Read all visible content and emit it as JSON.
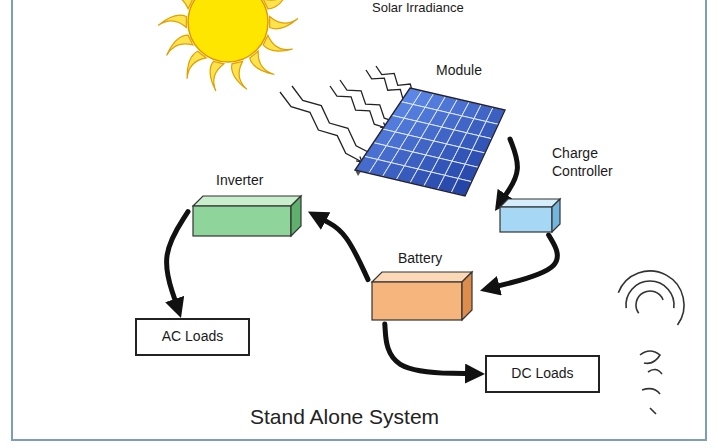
{
  "diagram": {
    "title": "Stand Alone System",
    "nodes": [
      {
        "text": [
          "Module"
        ]
      },
      {
        "text": [
          "Charge Controller"
        ]
      },
      {
        "text": [
          "Inverter"
        ]
      },
      {
        "text": [
          "Battery"
        ]
      },
      {
        "text": [
          "AC Loads"
        ]
      },
      {
        "text": [
          "DC Loads"
        ]
      }
    ],
    "edges": [
      {
        "from": 0,
        "to": 1,
        "arrow": "to"
      },
      {
        "from": 1,
        "to": 3,
        "arrow": "to"
      },
      {
        "from": 3,
        "to": 2,
        "arrow": "to"
      },
      {
        "from": 2,
        "to": 4,
        "arrow": "to"
      },
      {
        "from": 3,
        "to": 5,
        "arrow": "to"
      }
    ],
    "labels": [
      "Solar Irradiance"
    ]
  }
}
